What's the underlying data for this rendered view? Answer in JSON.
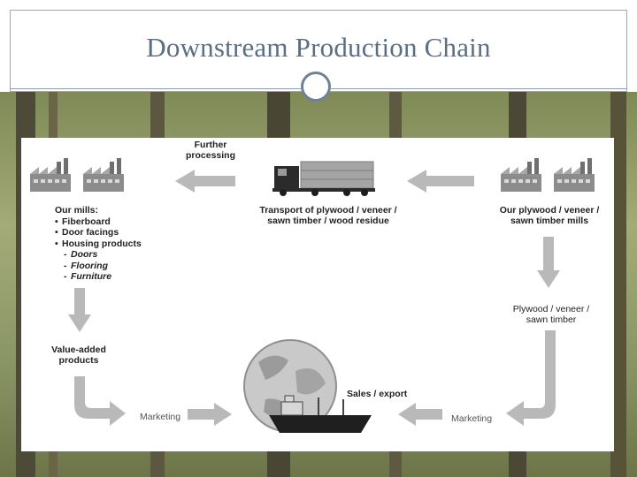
{
  "slide": {
    "title": "Downstream Production Chain"
  },
  "diagram": {
    "further_processing": "Further\nprocessing",
    "transport": "Transport of plywood / veneer /\nsawn timber / wood residue",
    "our_mills_heading": "Our mills:",
    "our_mills_items": [
      "Fiberboard",
      "Door facings",
      "Housing products"
    ],
    "housing_subitems": [
      "Doors",
      "Flooring",
      "Furniture"
    ],
    "plywood_mills": "Our plywood / veneer /\nsawn timber mills",
    "plywood_product": "Plywood / veneer /\nsawn timber",
    "value_added": "Value-added\nproducts",
    "marketing_left": "Marketing",
    "marketing_right": "Marketing",
    "sales_export": "Sales / export"
  },
  "colors": {
    "title": "#5a6e84",
    "arrow": "#b9b9b9",
    "factory": "#8c8c8c",
    "forest": "#8a9566"
  }
}
